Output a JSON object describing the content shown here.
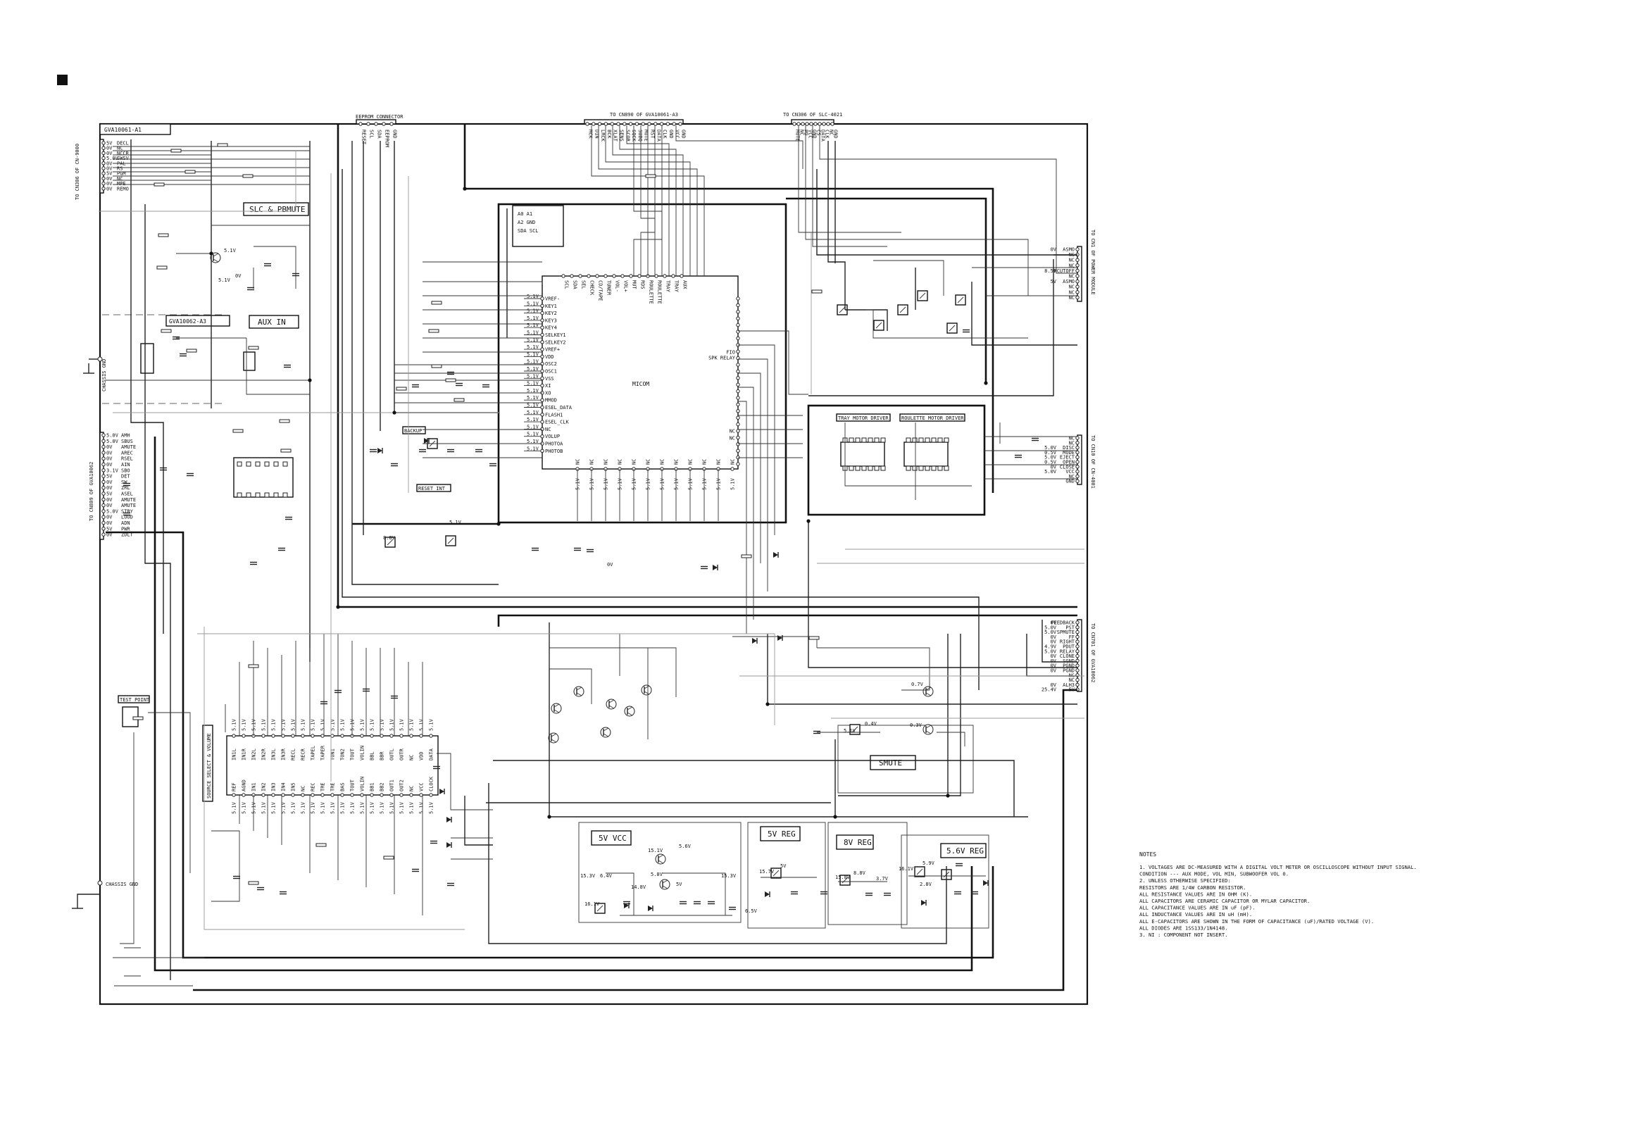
{
  "corner_marker": "■",
  "blocks": {
    "board_main": "GVA10061-A1",
    "board_aux": "GVA10062-A3",
    "aux_in": "AUX IN",
    "slc_pbmute": "SLC & PBMUTE",
    "backup": "BACKUP",
    "reset_int": "RESET INT",
    "micom": "MICOM",
    "tray_motor": "TRAY MOTOR DRIVER",
    "roulette_motor": "ROULETTE MOTOR DRIVER",
    "smute": "SMUTE",
    "v5_vcc": "5V VCC",
    "v5_reg": "5V REG",
    "v8_reg": "8V REG",
    "v56_reg": "5.6V REG",
    "test_point": "TEST POINT",
    "source_select": "SOURCE SELECT & VOLUME"
  },
  "connectors": {
    "eeprom": "EEPROM CONNECTOR",
    "to_cn_a3": "TO CN890 OF GVA10061-A3",
    "to_slc": "TO CN306 OF SLC-4021",
    "left_top": "TO CN306 OF CN-9000",
    "left_mid": "TO CN809 OF GVA10062",
    "chassis_gnd_top": "CHASSIS GND",
    "chassis_gnd_bottom": "CHASSIS GND",
    "right_top": "TO CN1 OF POWER MODULE",
    "right_mid": "TO CN10 OF CN-4001",
    "right_bottom": "TO CN701 OF GVA10062"
  },
  "pin_lists": {
    "left_top": [
      "DECL",
      "NC",
      "NCCR",
      "SWSV",
      "PAL",
      "RS",
      "PGM",
      "NC",
      "MPE",
      "REMO"
    ],
    "left_top_v": [
      "5V",
      "0V",
      "0V",
      "5.0V",
      "0V",
      "0V",
      "5V",
      "0V",
      "0V",
      "0V"
    ],
    "left_mid": [
      "AMH",
      "SBUS",
      "AMUTE",
      "AREC",
      "RSEL",
      "AIN",
      "SBO",
      "DET",
      "SW",
      "ZRL",
      "ASEL",
      "AMUTE",
      "AMUTE",
      "STBY",
      "LOUD",
      "ADN",
      "PWR",
      "ZDLT"
    ],
    "left_mid_v": [
      "5.0V",
      "5.0V",
      "0V",
      "0V",
      "0V",
      "0V",
      "3.1V",
      "5V",
      "0V",
      "0V",
      "5V",
      "0V",
      "0V",
      "5.0V",
      "0V",
      "0V",
      "5V",
      "0V"
    ],
    "eeprom": [
      "RESET",
      "SCL",
      "SDA",
      "EEPROM",
      "GND"
    ],
    "cn_a3": [
      "MCK",
      "DIN",
      "LRCK",
      "BCK",
      "XLAT",
      "SENS",
      "SCOR",
      "SQCK",
      "SUBQ",
      "MUTE",
      "RST",
      "DATA",
      "CLK",
      "GND",
      "VCC",
      "GND"
    ],
    "slc": [
      "MUTE",
      "NC",
      "PD",
      "VCC",
      "GND",
      "CS",
      "DATA",
      "CLK",
      "NC",
      "GND"
    ],
    "right_top": [
      "ASMO",
      "NC",
      "NC",
      "NC",
      "RCUTOFF",
      "NC",
      "ASMO",
      "NC",
      "NC",
      "NC"
    ],
    "right_top_v": [
      "0V",
      "",
      "",
      "",
      "8.5V",
      "",
      "5V",
      "",
      "",
      ""
    ],
    "right_mid": [
      "NC",
      "NC",
      "DISC",
      "MODE",
      "EJECT",
      "OPEN",
      "CLOSE",
      "VCC",
      "NC",
      "GND"
    ],
    "right_mid_v": [
      "",
      "",
      "5.0V",
      "0.5V",
      "5.0V",
      "0.5V",
      "0V",
      "5.0V",
      "",
      ""
    ],
    "right_bottom": [
      "FEEDBACK",
      "PST",
      "SPMUTE",
      "FF",
      "RIGHT",
      "PDUT",
      "RELAY",
      "CLONE",
      "SGND",
      "PGND",
      "PGND",
      "NC",
      "NC",
      "ALH3",
      "5V"
    ],
    "right_bottom_v": [
      "0V",
      "5.0V",
      "5.0V",
      "0V",
      "0V",
      "4.9V",
      "5.0V",
      "0V",
      "0V",
      "0V",
      "0V",
      "",
      "",
      "0V",
      "25.4V"
    ]
  },
  "micom": {
    "left_pins": [
      "VREF-",
      "KEY1",
      "KEY2",
      "KEY3",
      "KEY4",
      "SELKEY1",
      "SELKEY2",
      "VREF+",
      "VDD",
      "OSC2",
      "OSC1",
      "VSS",
      "XI",
      "XO",
      "MMOD",
      "ESEL_DATA",
      "FLASH1",
      "ESEL_CLK",
      "NC",
      "VOLUP",
      "PHOTOA",
      "PHOTOB"
    ],
    "top_pins": [
      "SCL",
      "SDA",
      "SEL",
      "CHECK",
      "CD/TAPE",
      "TUNER",
      "VOL-",
      "VOL+",
      "MUT",
      "RDS",
      "ROULETTE",
      "ROULETTE",
      "TRAY",
      "TRAY",
      "AUX"
    ],
    "right_pins": [
      "FIO",
      "SPK RELAY",
      "NC",
      "NC"
    ],
    "bottom_pins": [
      "NC",
      "NC",
      "NC",
      "NC",
      "NC",
      "NC",
      "NC",
      "NC",
      "NC",
      "NC",
      "NC",
      "NC"
    ]
  },
  "selector_ic": {
    "top_pins": [
      "IN1L",
      "IN1R",
      "IN2L",
      "IN2R",
      "IN3L",
      "IN3R",
      "RECL",
      "RECR",
      "TAPEL",
      "TAPER",
      "TON1",
      "TON2",
      "TOUT",
      "VOLIN",
      "BBL",
      "BBR",
      "OUTL",
      "OUTR",
      "NC",
      "VDD",
      "DATA"
    ],
    "bottom_pins": [
      "REF",
      "AGND",
      "IN1",
      "IN2",
      "IN3",
      "IN4",
      "IN5",
      "NC",
      "REC",
      "TRE",
      "TRE",
      "BAS",
      "TOUT",
      "VOLIN",
      "BB1",
      "BB2",
      "OUT1",
      "OUT2",
      "NC",
      "VCC",
      "CLOCK"
    ]
  },
  "voltages": {
    "v51": "5.1V",
    "v0": "0V",
    "v88": "8.8V",
    "v5": "5V",
    "v56": "5.6V",
    "v151": "15.1V",
    "v153": "15.3V",
    "v64": "6.4V",
    "v58": "5.8V",
    "v157": "15.7V",
    "v158": "15.8V",
    "v59": "5.9V",
    "v161": "16.1V",
    "v148": "14.8V",
    "v07": "0.7V",
    "v04": "0.4V",
    "v03": "0.3V",
    "v37": "3.7V",
    "v28": "2.8V",
    "v65": "6.5V"
  },
  "notes": {
    "title": "NOTES",
    "lines": [
      "1. VOLTAGES ARE DC-MEASURED WITH A DIGITAL VOLT METER OR OSCILLOSCOPE WITHOUT INPUT SIGNAL.",
      "   CONDITION --- AUX MODE, VOL MIN, SUBWOOFER VOL 0.",
      "2. UNLESS OTHERWISE SPECIFIED:",
      "   RESISTORS ARE 1/4W CARBON RESISTOR.",
      "   ALL RESISTANCE VALUES ARE IN OHM (K).",
      "   ALL CAPACITORS ARE CERAMIC CAPACITOR OR MYLAR CAPACITOR.",
      "   ALL CAPACITANCE VALUES ARE IN uF (pF).",
      "   ALL INDUCTANCE VALUES ARE IN uH (mH).",
      "   ALL E-CAPACITORS ARE SHOWN IN THE FORM OF CAPACITANCE (uF)/RATED VOLTAGE (V).",
      "   ALL DIODES ARE 1SS133/1N4148.",
      "3. NI : COMPONENT NOT INSERT."
    ]
  }
}
